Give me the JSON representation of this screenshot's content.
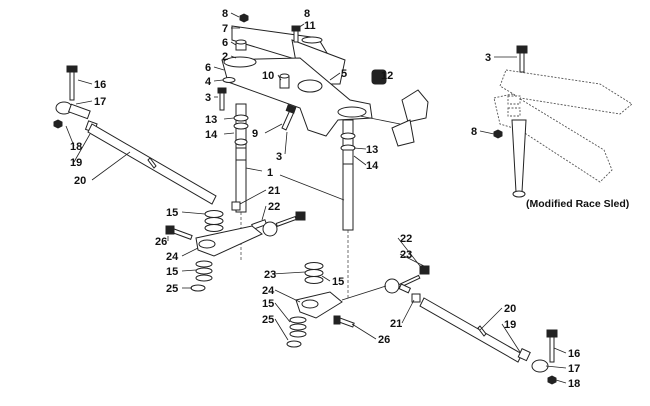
{
  "caption": "(Modified Race Sled)",
  "callouts": [
    {
      "id": "c8a",
      "text": "8"
    },
    {
      "id": "c7",
      "text": "7"
    },
    {
      "id": "c6a",
      "text": "6"
    },
    {
      "id": "c2",
      "text": "2"
    },
    {
      "id": "c6b",
      "text": "6"
    },
    {
      "id": "c4",
      "text": "4"
    },
    {
      "id": "c3a",
      "text": "3"
    },
    {
      "id": "c13a",
      "text": "13"
    },
    {
      "id": "c14a",
      "text": "14"
    },
    {
      "id": "c8b",
      "text": "8"
    },
    {
      "id": "c11",
      "text": "11"
    },
    {
      "id": "c10",
      "text": "10"
    },
    {
      "id": "c5",
      "text": "5"
    },
    {
      "id": "c12",
      "text": "12"
    },
    {
      "id": "c9",
      "text": "9"
    },
    {
      "id": "c3b",
      "text": "3"
    },
    {
      "id": "c13b",
      "text": "13"
    },
    {
      "id": "c14b",
      "text": "14"
    },
    {
      "id": "c1",
      "text": "1"
    },
    {
      "id": "c16a",
      "text": "16"
    },
    {
      "id": "c17a",
      "text": "17"
    },
    {
      "id": "c18a",
      "text": "18"
    },
    {
      "id": "c19a",
      "text": "19"
    },
    {
      "id": "c20a",
      "text": "20"
    },
    {
      "id": "c21a",
      "text": "21"
    },
    {
      "id": "c22a",
      "text": "22"
    },
    {
      "id": "c15a",
      "text": "15"
    },
    {
      "id": "c26a",
      "text": "26"
    },
    {
      "id": "c24a",
      "text": "24"
    },
    {
      "id": "c15b",
      "text": "15"
    },
    {
      "id": "c25a",
      "text": "25"
    },
    {
      "id": "c22b",
      "text": "22"
    },
    {
      "id": "c23a",
      "text": "23"
    },
    {
      "id": "c23b",
      "text": "23"
    },
    {
      "id": "c15c",
      "text": "15"
    },
    {
      "id": "c24b",
      "text": "24"
    },
    {
      "id": "c15d",
      "text": "15"
    },
    {
      "id": "c25b",
      "text": "25"
    },
    {
      "id": "c21b",
      "text": "21"
    },
    {
      "id": "c26b",
      "text": "26"
    },
    {
      "id": "c20b",
      "text": "20"
    },
    {
      "id": "c19b",
      "text": "19"
    },
    {
      "id": "c16b",
      "text": "16"
    },
    {
      "id": "c17b",
      "text": "17"
    },
    {
      "id": "c18b",
      "text": "18"
    },
    {
      "id": "c3c",
      "text": "3"
    },
    {
      "id": "c8c",
      "text": "8"
    }
  ]
}
